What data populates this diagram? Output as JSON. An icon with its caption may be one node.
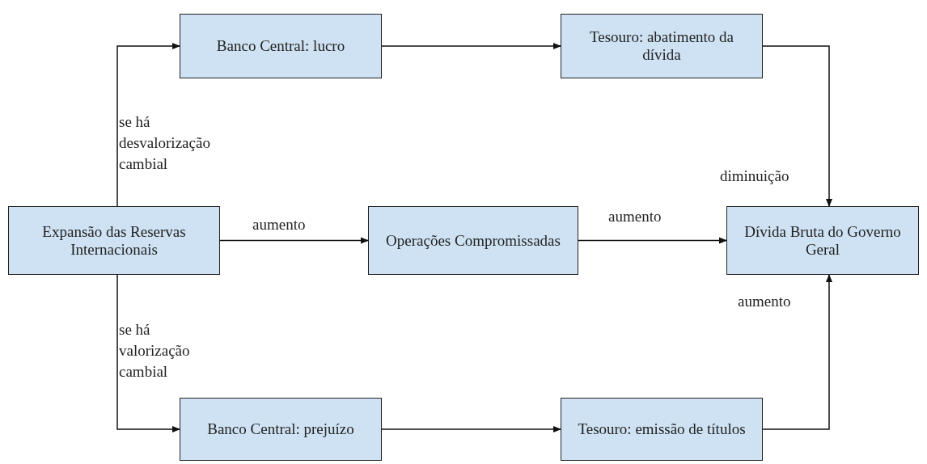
{
  "diagram": {
    "nodes": [
      {
        "text": [
          "Expansão das Reservas Internacionais"
        ]
      },
      {
        "text": [
          "Banco Central: lucro"
        ]
      },
      {
        "text": [
          "Tesouro: abatimento da dívida"
        ]
      },
      {
        "text": [
          "Operações Compromissadas"
        ]
      },
      {
        "text": [
          "Dívida Bruta do Governo Geral"
        ]
      },
      {
        "text": [
          "Banco Central: prejuízo"
        ]
      },
      {
        "text": [
          "Tesouro: emissão de títulos"
        ]
      }
    ],
    "edges": [
      {
        "from": 0,
        "to": 1,
        "arrow": "to",
        "label": "se há desvalorização cambial"
      },
      {
        "from": 1,
        "to": 2,
        "arrow": "to"
      },
      {
        "from": 2,
        "to": 4,
        "arrow": "to",
        "label": "diminuição"
      },
      {
        "from": 0,
        "to": 3,
        "arrow": "to",
        "label": "aumento"
      },
      {
        "from": 3,
        "to": 4,
        "arrow": "to",
        "label": "aumento"
      },
      {
        "from": 0,
        "to": 5,
        "arrow": "to",
        "label": "se há valorização cambial"
      },
      {
        "from": 5,
        "to": 6,
        "arrow": "to"
      },
      {
        "from": 6,
        "to": 4,
        "arrow": "to",
        "label": "aumento"
      }
    ]
  }
}
